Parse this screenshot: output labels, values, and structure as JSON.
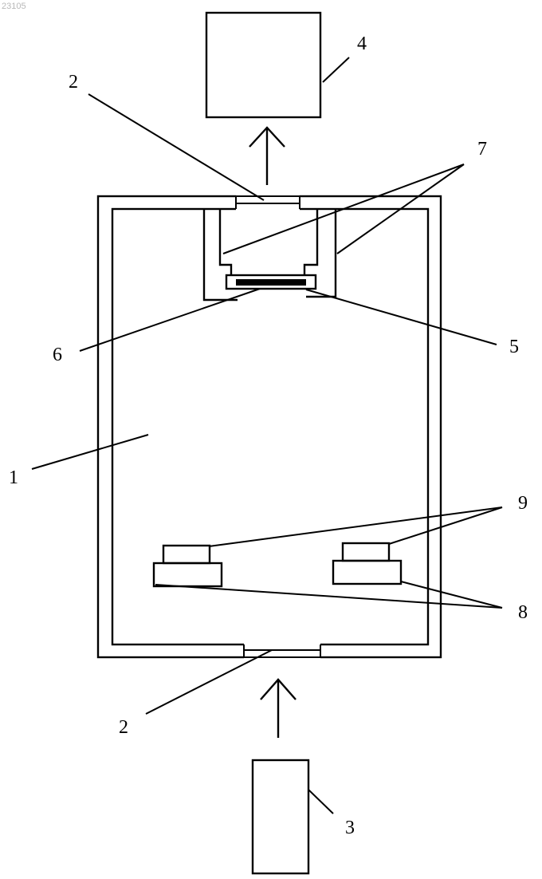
{
  "watermark": "23105",
  "labels": {
    "chamber": "1",
    "port_top": "2",
    "port_bottom": "2",
    "source_box": "3",
    "detector_box": "4",
    "label_5": "5",
    "label_6": "6",
    "label_7": "7",
    "label_8": "8",
    "label_9": "9"
  }
}
